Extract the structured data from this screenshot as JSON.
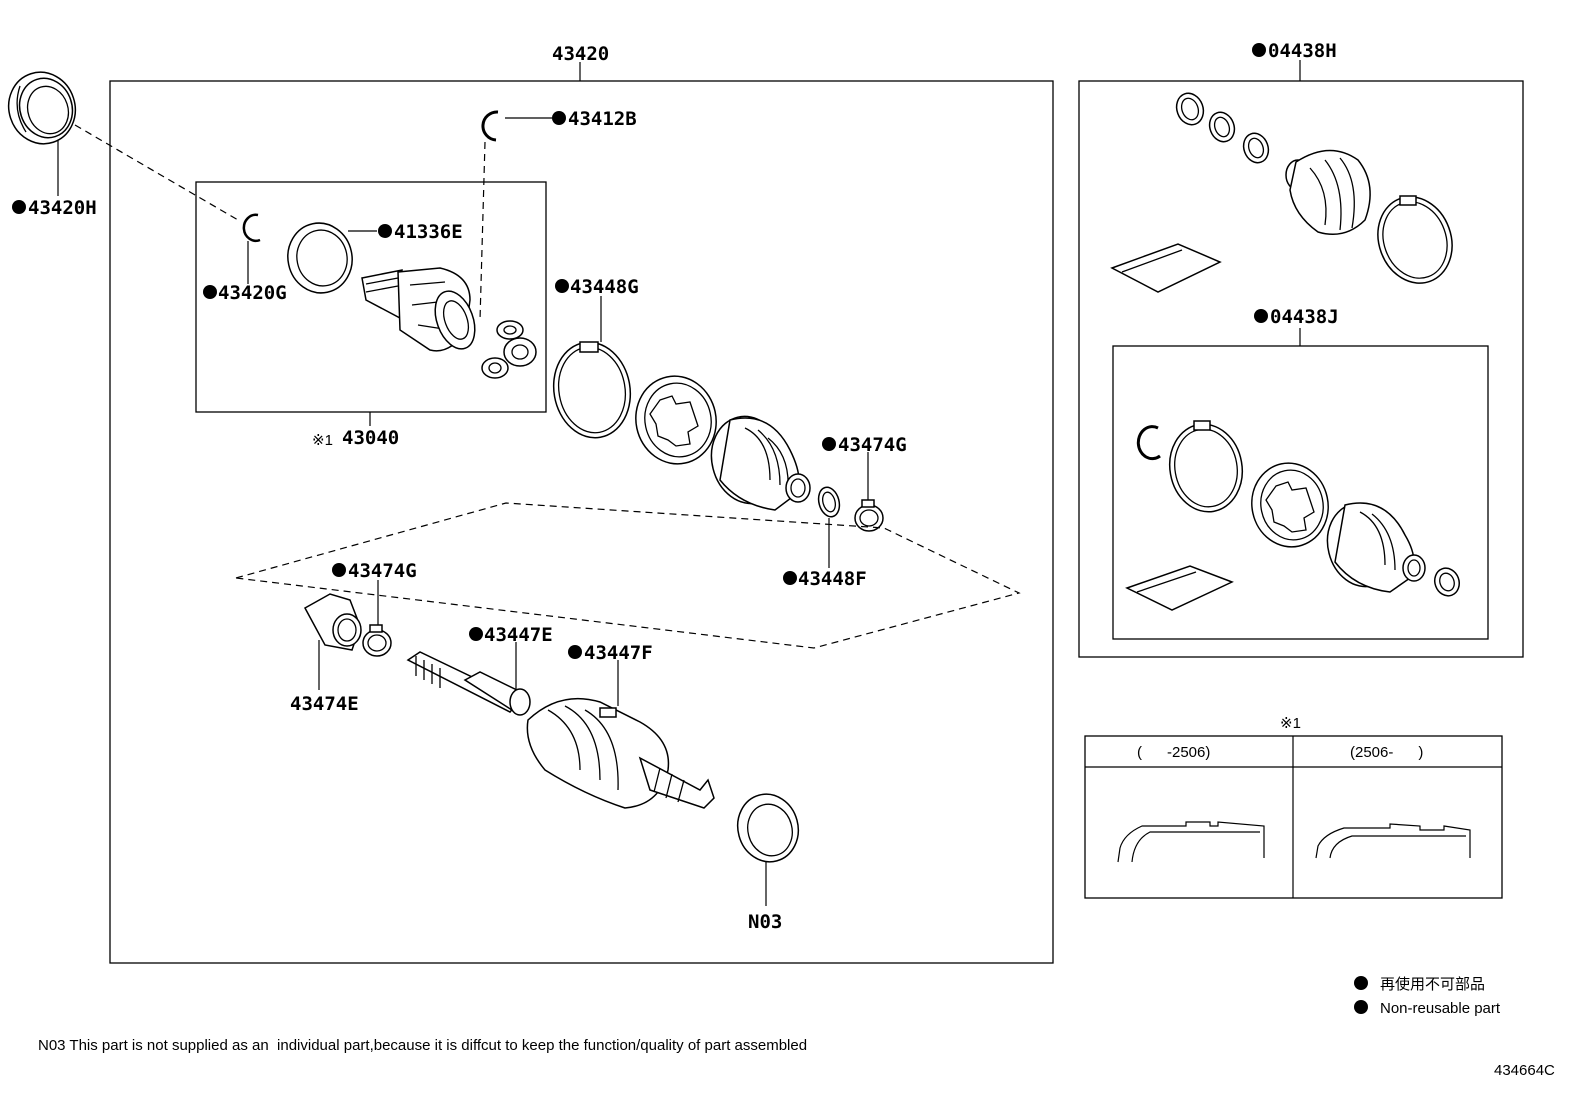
{
  "labels": {
    "assembly": "43420",
    "outer_seal": "43420H",
    "snap_ring_top": "43412B",
    "washer": "41336E",
    "snap_ring_inner": "43420G",
    "inner_joint": "43040",
    "inner_joint_prefix": "※1",
    "boot_clamp_large": "43448G",
    "clamp_small_top": "43474G",
    "boot_clamp_small": "43448F",
    "clamp_damper": "43474G",
    "damper": "43474E",
    "shaft_clamp_e": "43447E",
    "shaft_clamp_f": "43447F",
    "n03": "N03",
    "kit_h": "04438H",
    "kit_j": "04438J",
    "ref_mark": "※1",
    "diagram_id": "434664C"
  },
  "ref_table": {
    "col1": "(      -2506)",
    "col2": "(2506-      )"
  },
  "legend": {
    "jp": "再使用不可部品",
    "en": "Non-reusable part"
  },
  "footnote": "N03 This part is not supplied as an  individual part,because it is diffcut to keep the function/quality of part assembled"
}
